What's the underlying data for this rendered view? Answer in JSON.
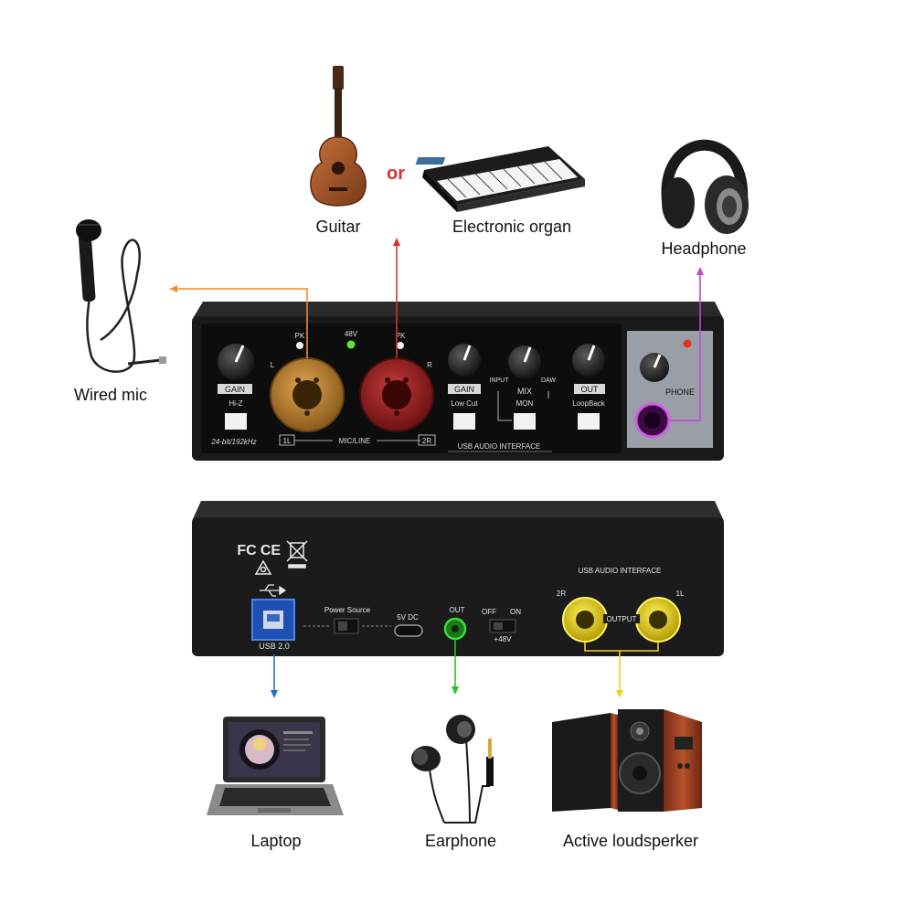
{
  "captions": {
    "guitar": "Guitar",
    "or": "or",
    "electronic_organ": "Electronic organ",
    "headphone": "Headphone",
    "wired_mic": "Wired mic",
    "laptop": "Laptop",
    "earphone": "Earphone",
    "active_loudspeaker": "Active loudsperker"
  },
  "front_panel": {
    "pk_left": "PK",
    "led_48v": "48V",
    "pk_right": "PK",
    "gain_left": "GAIN",
    "gain_right": "GAIN",
    "hi_z": "Hi-Z",
    "l": "L",
    "r": "R",
    "low_cut": "Low Cut",
    "mix": "MIX",
    "input": "INPUT",
    "daw": "DAW",
    "mon": "MON",
    "out": "OUT",
    "loopback": "LoopBack",
    "phone": "PHONE",
    "spec": "24-bit/192kHz",
    "ch1": "1L",
    "mic_line": "MIC/LINE",
    "ch2": "2R",
    "usb_audio_interface": "USB AUDIO INTERFACE"
  },
  "back_panel": {
    "cert_fc": "FC",
    "cert_ce": "CE",
    "usb_audio_interface": "USB AUDIO INTERFACE",
    "usb_label": "USB 2.0",
    "power_source": "Power Source",
    "dc": "5V DC",
    "out": "OUT",
    "off": "OFF",
    "on": "ON",
    "phantom": "+48V",
    "ch2": "2R",
    "ch1": "1L",
    "output": "OUTPUT"
  },
  "colors": {
    "orange_arrow": "#f28a2a",
    "red_arrow": "#d8312b",
    "magenta_arrow": "#c544d6",
    "blue_arrow": "#1e6fd9",
    "green_arrow": "#29c22a",
    "yellow_arrow": "#f2d21b",
    "or_text": "#d8312b"
  }
}
